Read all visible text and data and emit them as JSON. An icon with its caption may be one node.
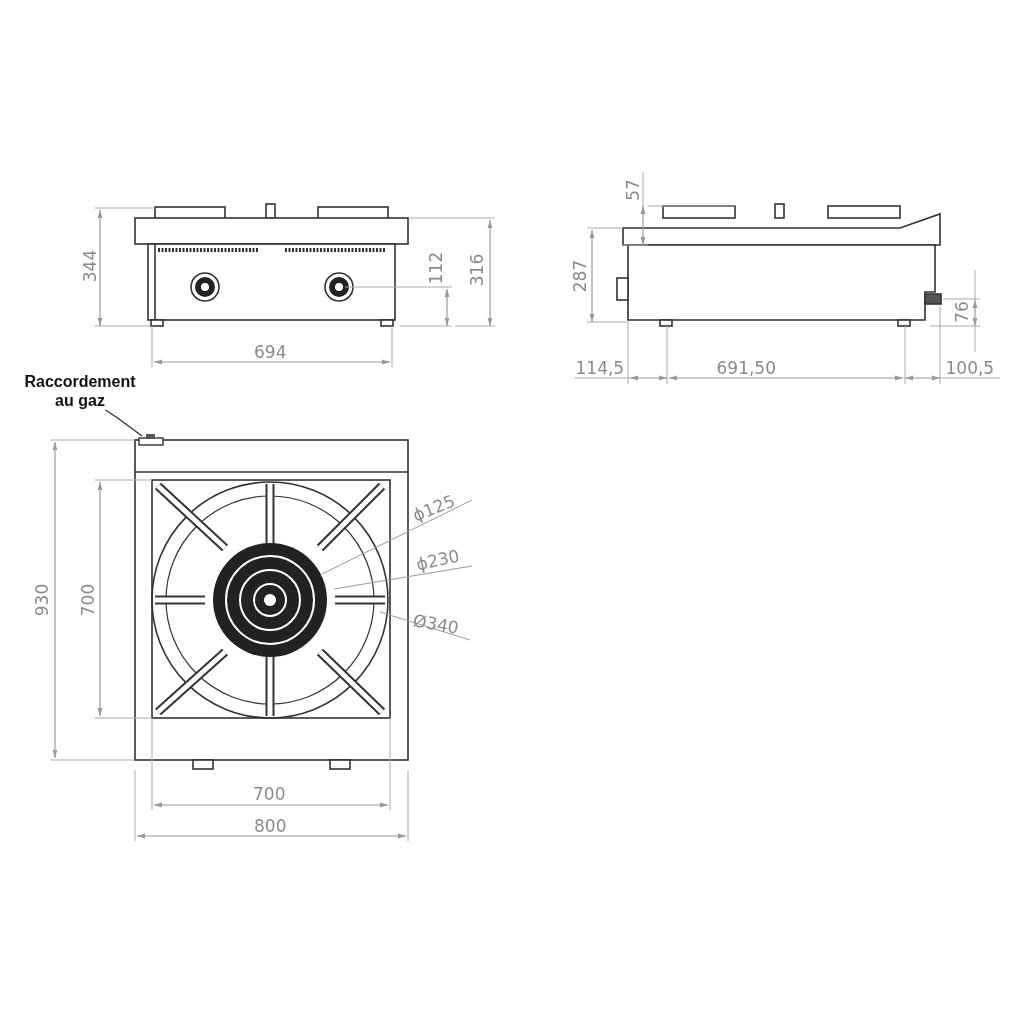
{
  "diagram": {
    "nodes": [
      {
        "text": [
          "Raccordement au gaz"
        ]
      },
      {
        "text": [],
        "shape": "box"
      }
    ],
    "edges": [
      {
        "from": 0,
        "to": 1,
        "arrow": "none"
      }
    ],
    "labels": [
      "57",
      "344",
      "112",
      "316",
      "287",
      "76",
      "694",
      "114,5",
      "691,50",
      "100,5",
      "ϕ125",
      "ϕ230",
      "Ø340",
      "930",
      "700",
      "700",
      "800"
    ]
  }
}
